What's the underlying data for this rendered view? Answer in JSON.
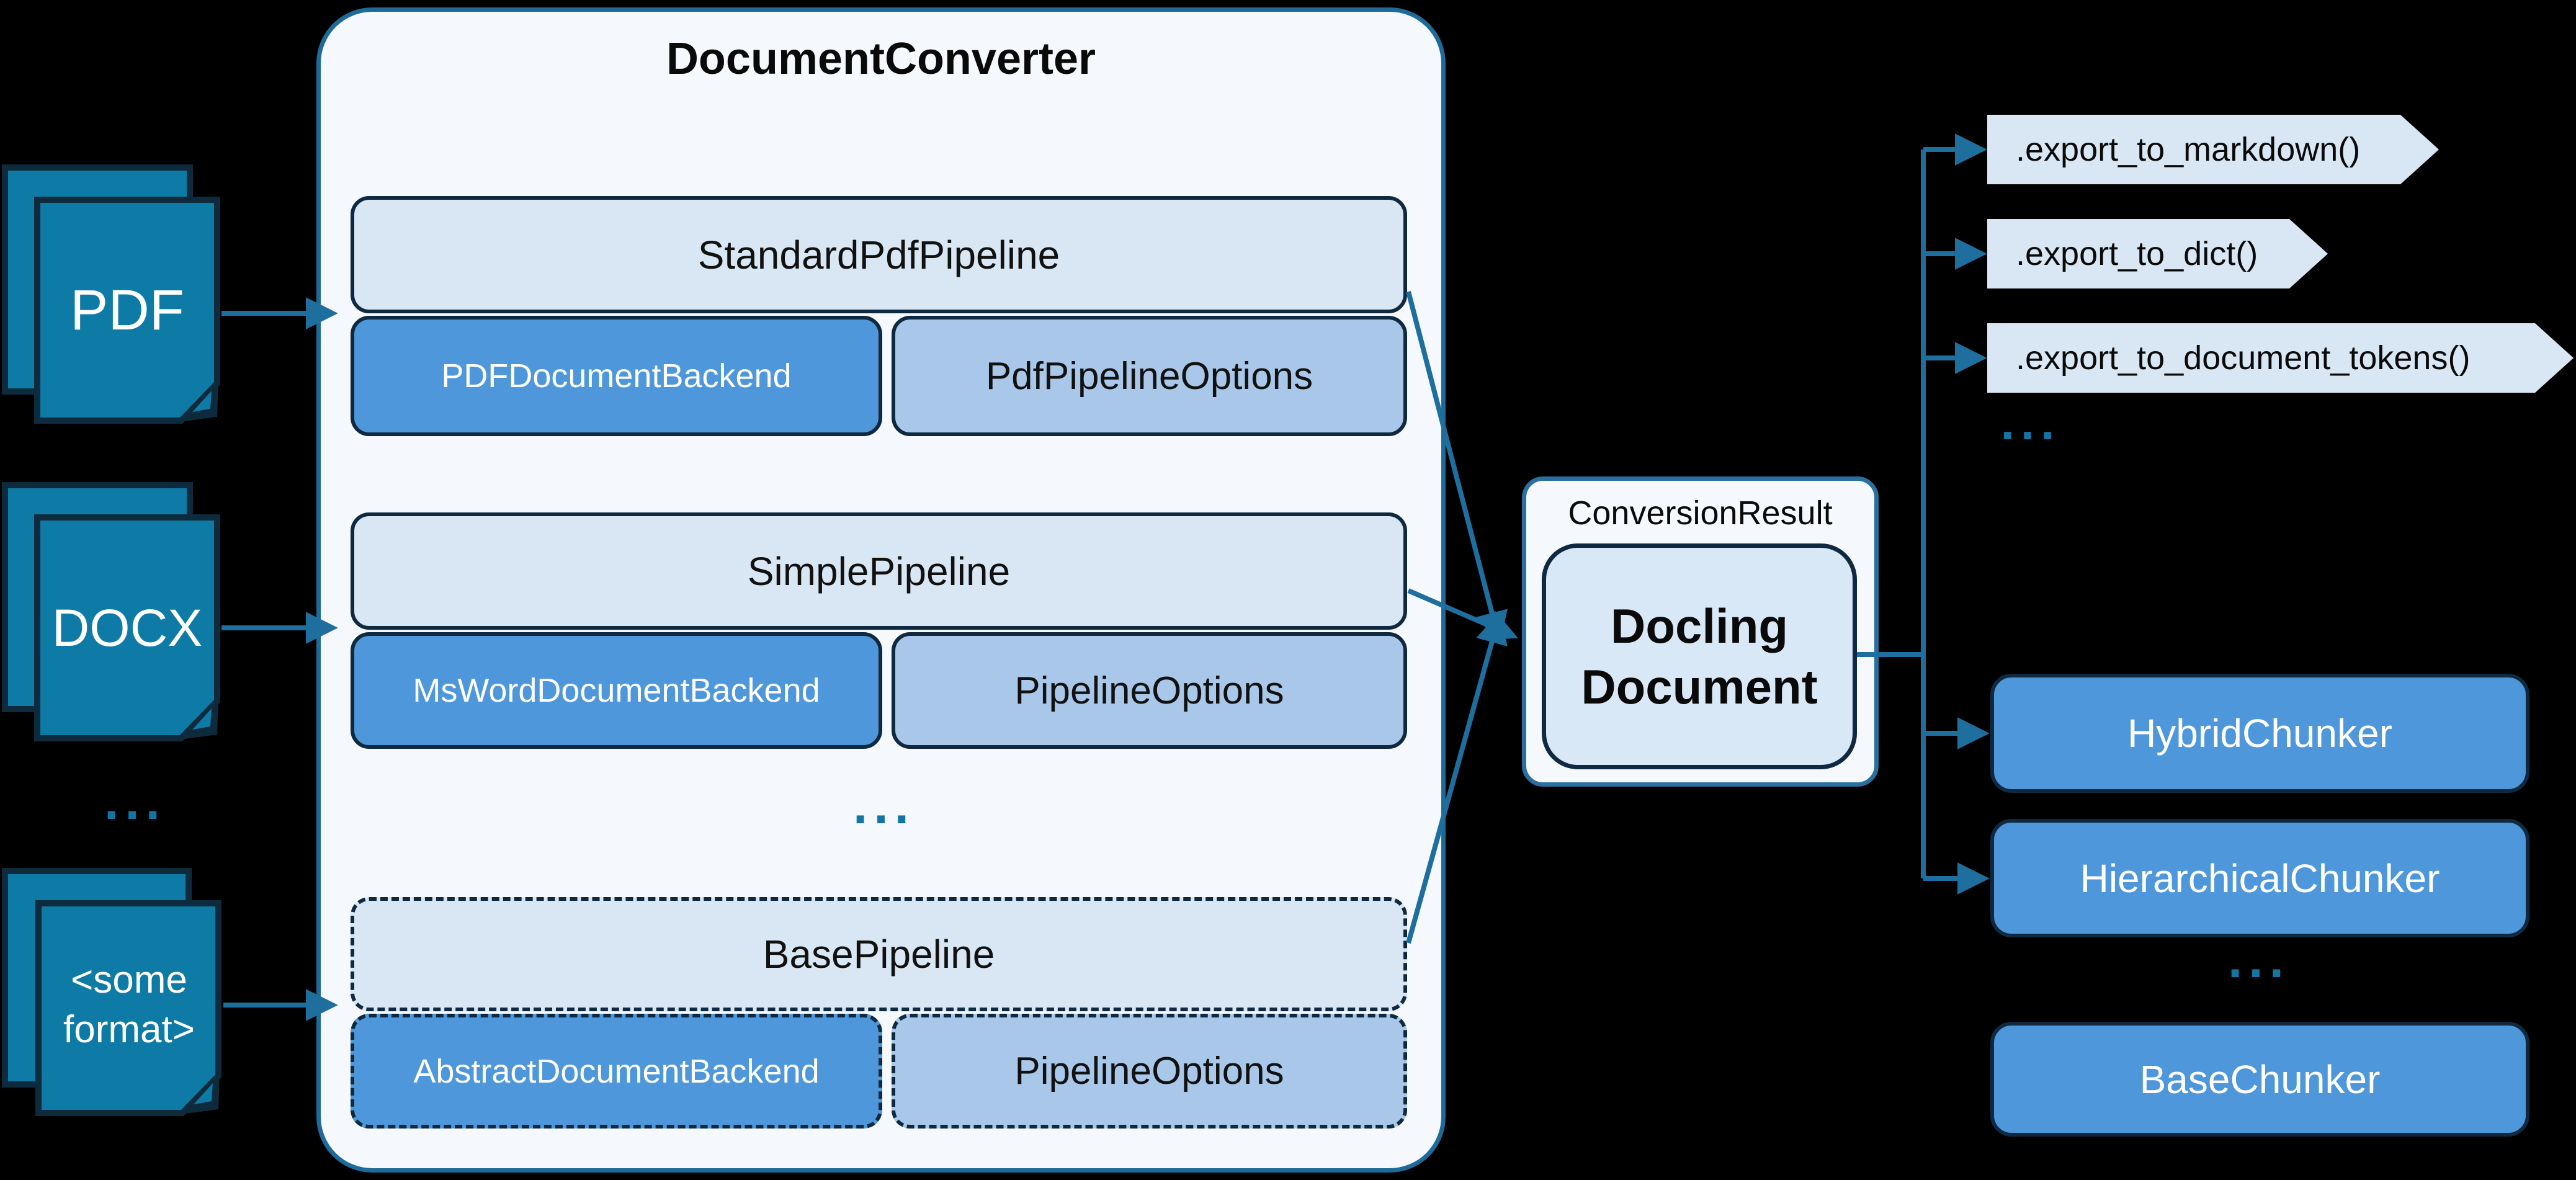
{
  "inputs": {
    "pdf": {
      "label": "PDF"
    },
    "docx": {
      "label": "DOCX"
    },
    "other": {
      "line1": "<some",
      "line2": "format>"
    },
    "ellipsis": "..."
  },
  "converter": {
    "title": "DocumentConverter",
    "ellipsis": "...",
    "rows": [
      {
        "pipeline": "StandardPdfPipeline",
        "backend": "PDFDocumentBackend",
        "options": "PdfPipelineOptions"
      },
      {
        "pipeline": "SimplePipeline",
        "backend": "MsWordDocumentBackend",
        "options": "PipelineOptions"
      },
      {
        "pipeline": "BasePipeline",
        "backend": "AbstractDocumentBackend",
        "options": "PipelineOptions"
      }
    ]
  },
  "result": {
    "label": "ConversionResult",
    "doc_line1": "Docling",
    "doc_line2": "Document"
  },
  "exports": {
    "items": [
      ".export_to_markdown()",
      ".export_to_dict()",
      ".export_to_document_tokens()"
    ],
    "ellipsis": "..."
  },
  "chunkers": {
    "hybrid": "HybridChunker",
    "hierarchical": "HierarchicalChunker",
    "ellipsis": "...",
    "base": "BaseChunker"
  },
  "colors": {
    "background": "#000000",
    "document_fill": "#0E7AA6",
    "document_border": "#0E2B3D",
    "converter_fill": "#F5F8FD",
    "converter_border": "#1E6B99",
    "light_box": "#D9E7F5",
    "medium_box": "#4E97DA",
    "options_box": "#A9C8E9",
    "dark_border": "#0F2940",
    "arrow": "#1E6E9E",
    "ellipsis_dots": "#1474A4"
  }
}
